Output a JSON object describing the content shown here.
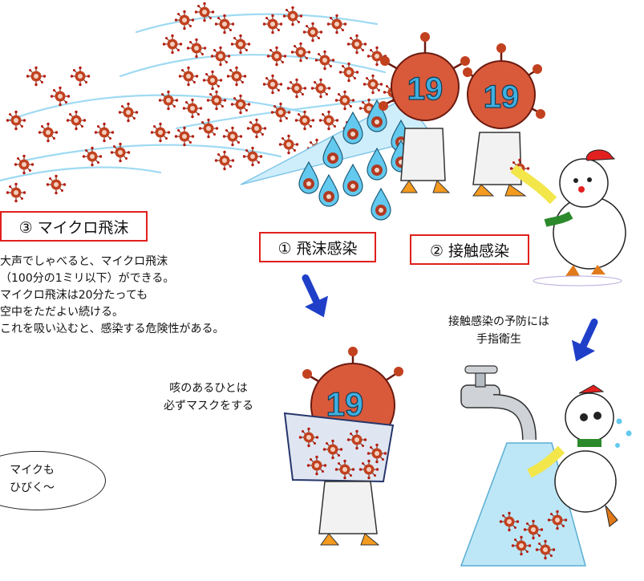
{
  "labels": {
    "micro_droplet": "③ マイクロ飛沫",
    "droplet_infection": "① 飛沫感染",
    "contact_infection": "② 接触感染"
  },
  "explanation": {
    "line1": "大声でしゃべると、マイクロ飛沫",
    "line2": "（100分の1ミリ以下）ができる。",
    "line3": "マイクロ飛沫は20分たっても",
    "line4": "空中をただよい続ける。",
    "line5": "これを吸い込むと、感染する危険性がある。"
  },
  "captions": {
    "contact_prevention_line1": "接触感染の予防には",
    "contact_prevention_line2": "手指衛生",
    "mask_line1": "咳のあるひとは",
    "mask_line2": "必ずマスクをする"
  },
  "speech_bubble": {
    "line1": "マイクも",
    "line2": "ひびく〜"
  },
  "virus_number": "19",
  "colors": {
    "label_border": "#e0201c",
    "arrow": "#1f3fc8",
    "virus": "#c2411f",
    "wind": "#8fd4f0"
  }
}
